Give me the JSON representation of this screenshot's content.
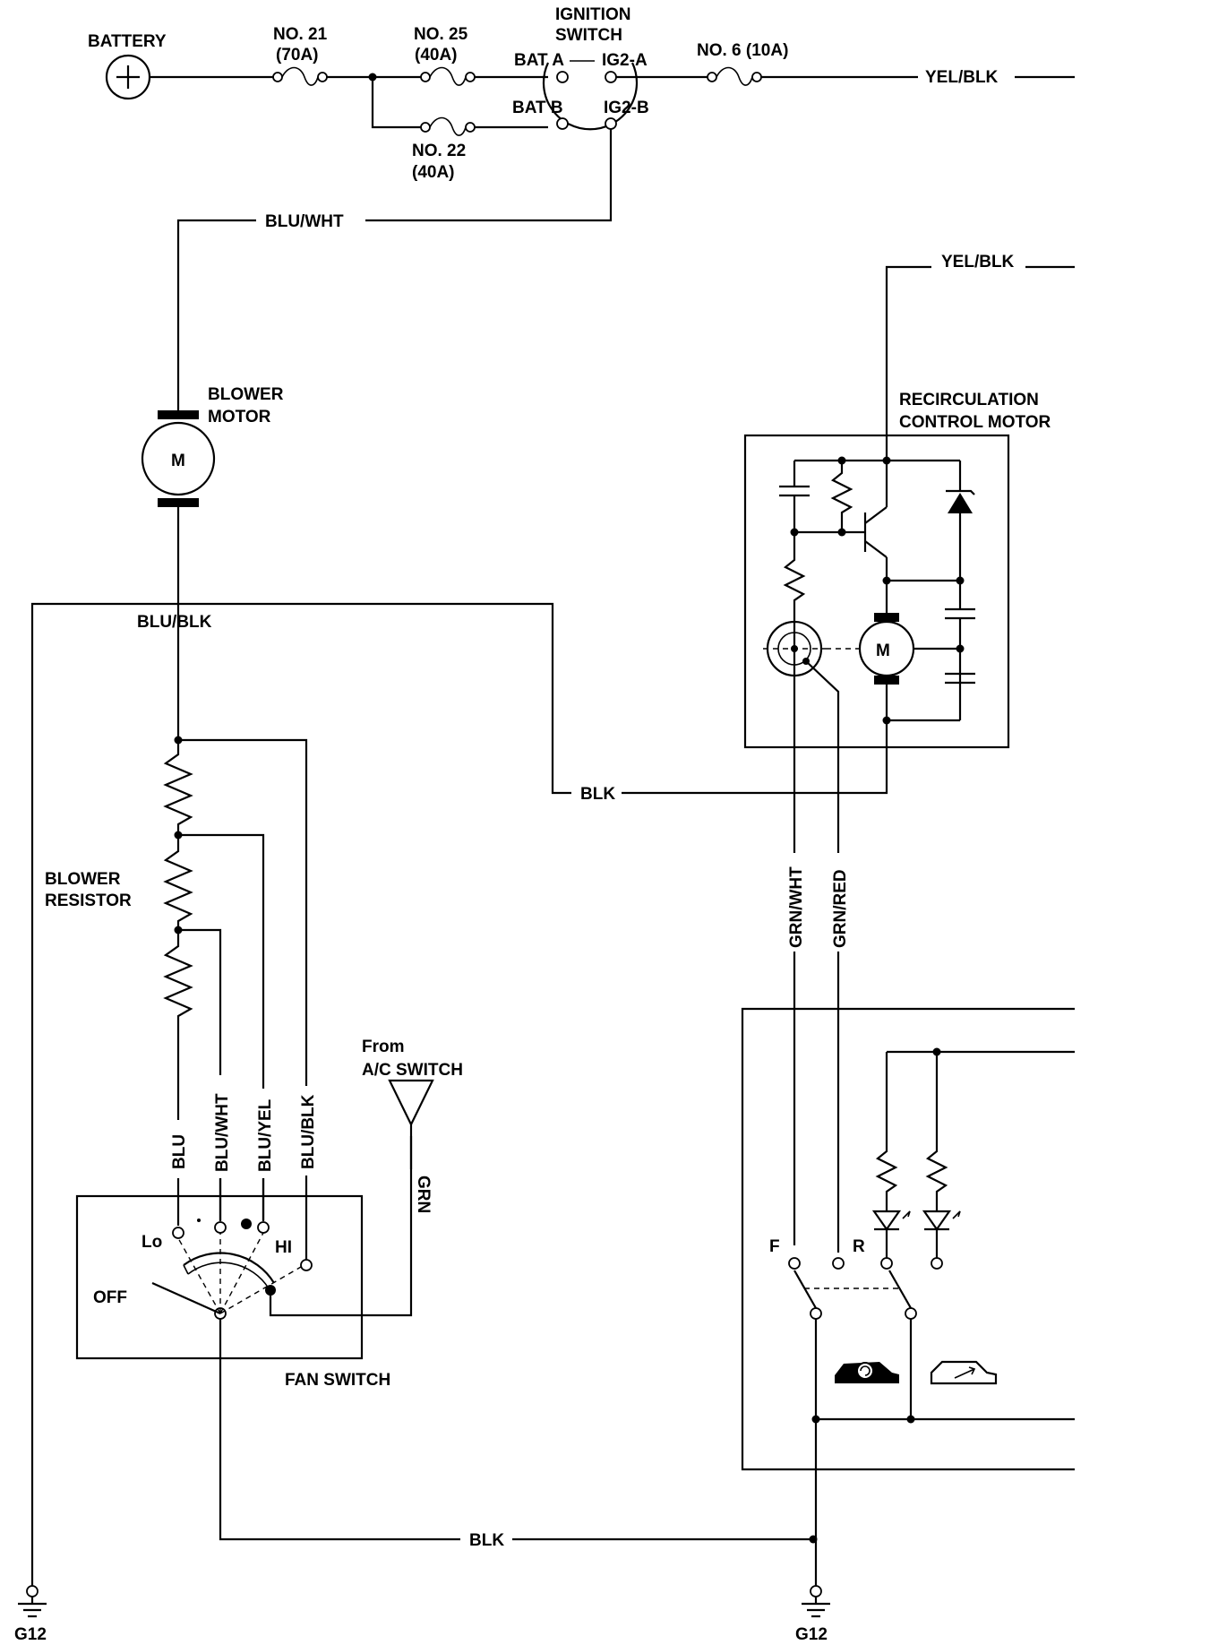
{
  "labels": {
    "battery": "BATTERY",
    "fuse21": "NO. 21",
    "fuse21_rating": "(70A)",
    "fuse25": "NO. 25",
    "fuse25_rating": "(40A)",
    "fuse22": "NO. 22",
    "fuse22_rating": "(40A)",
    "fuse6": "NO. 6 (10A)",
    "ignition_switch_line1": "IGNITION",
    "ignition_switch_line2": "SWITCH",
    "bat_a": "BAT A",
    "bat_b": "BAT B",
    "ig2a": "IG2-A",
    "ig2b": "IG2-B",
    "blower_motor_line1": "BLOWER",
    "blower_motor_line2": "MOTOR",
    "motor_symbol": "M",
    "recirc_line1": "RECIRCULATION",
    "recirc_line2": "CONTROL MOTOR",
    "blower_resistor_line1": "BLOWER",
    "blower_resistor_line2": "RESISTOR",
    "from": "From",
    "ac_switch": "A/C SWITCH",
    "fan_switch": "FAN SWITCH",
    "lo": "Lo",
    "hi": "HI",
    "off": "OFF",
    "f": "F",
    "r": "R",
    "ground": "G12"
  },
  "wires": {
    "yel_blk": "YEL/BLK",
    "blu_wht": "BLU/WHT",
    "blu_blk": "BLU/BLK",
    "blk": "BLK",
    "blu": "BLU",
    "blu_yel": "BLU/YEL",
    "grn": "GRN",
    "grn_wht": "GRN/WHT",
    "grn_red": "GRN/RED"
  }
}
